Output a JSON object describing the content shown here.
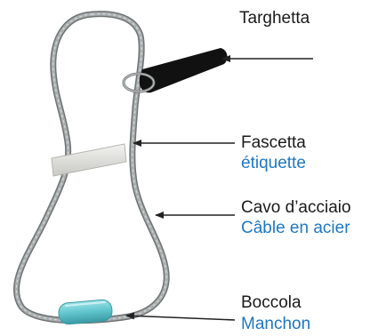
{
  "labels": {
    "tag": {
      "it": "Targhetta"
    },
    "band": {
      "it": "Fascetta",
      "fr": "étiquette"
    },
    "cable": {
      "it": "Cavo d’acciaio",
      "fr": "Câble en acier"
    },
    "ferrule": {
      "it": "Boccola",
      "fr": "Manchon"
    }
  },
  "colors": {
    "italian_text": "#1a1a1a",
    "french_text": "#1f77bf",
    "cable": "#8f9394",
    "band": "#dcdcd8",
    "ferrule": "#5fc4cc",
    "tag": "#111111",
    "arrows": "#222222"
  }
}
